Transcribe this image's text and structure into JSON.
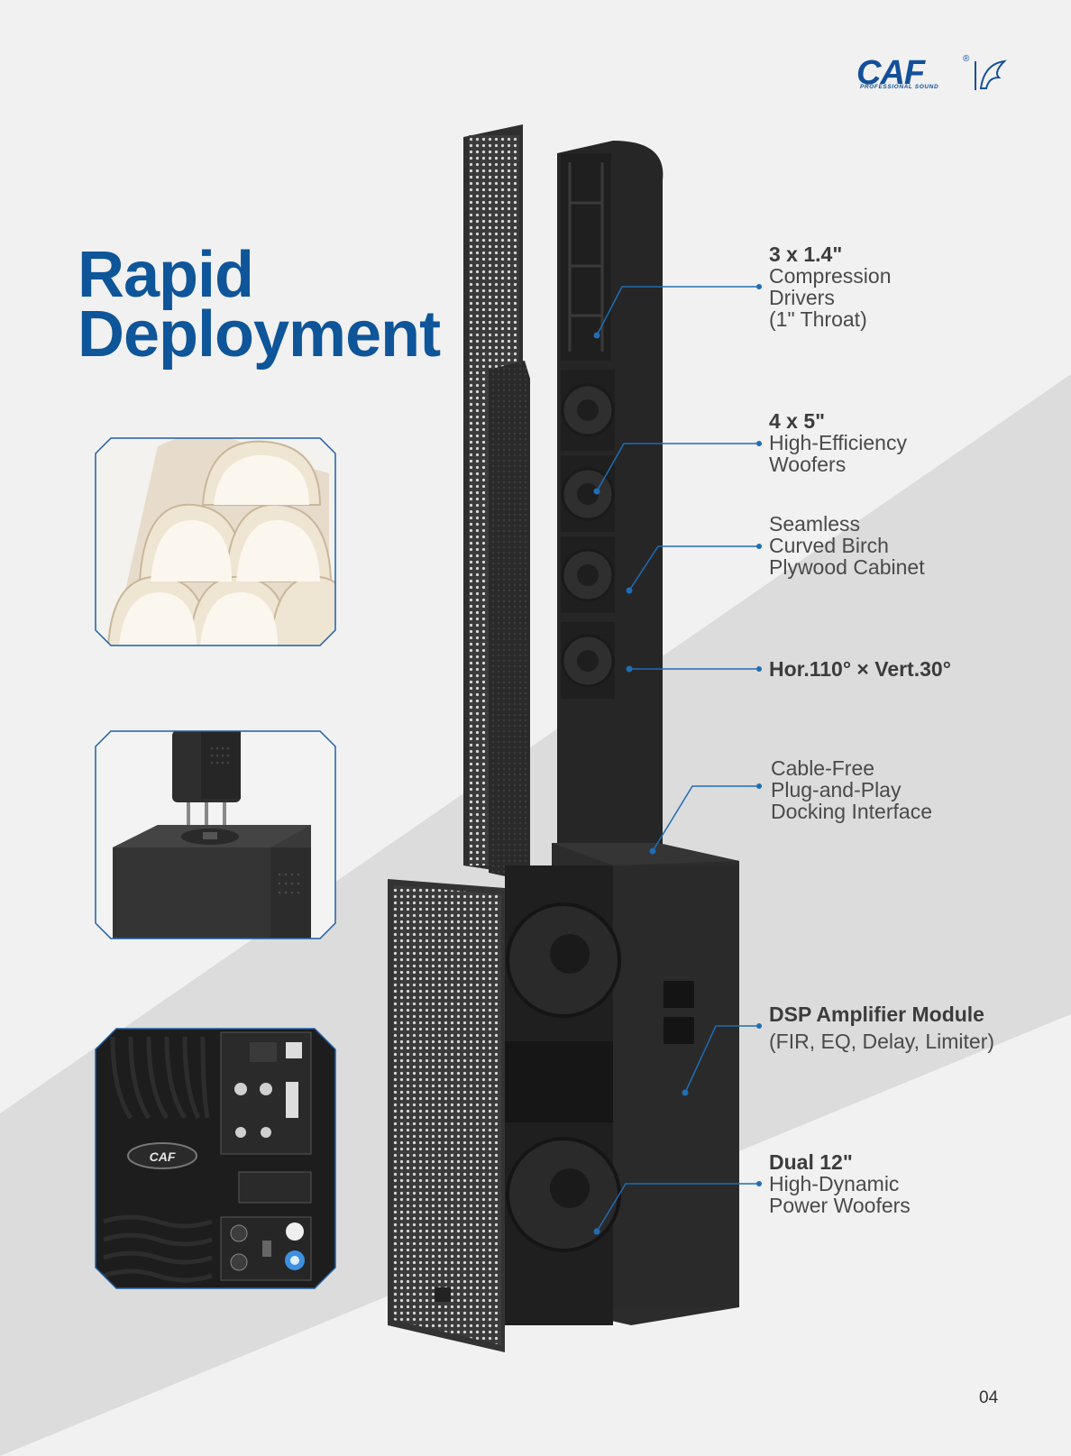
{
  "brand": {
    "logo_text": "CAF",
    "logo_tagline": "PROFESSIONAL SOUND",
    "registered": "®",
    "primary_color": "#0e5599"
  },
  "title": {
    "line1": "Rapid",
    "line2": "Deployment"
  },
  "thumbnails": [
    {
      "subject": "curved birch plywood tubes"
    },
    {
      "subject": "column docking onto subwoofer"
    },
    {
      "subject": "amplifier rear panel",
      "logo_text": "CAF"
    }
  ],
  "callouts": [
    {
      "headline": "3 x 1.4\"",
      "lines": [
        "Compression",
        "Drivers",
        "(1\" Throat)"
      ]
    },
    {
      "headline": "4 x 5\"",
      "lines": [
        "High-Efficiency",
        "Woofers"
      ]
    },
    {
      "headline": "",
      "lines": [
        "Seamless",
        "Curved Birch",
        "Plywood Cabinet"
      ]
    },
    {
      "headline": "Hor.110° × Vert.30°",
      "lines": []
    },
    {
      "headline": "",
      "lines": [
        "Cable-Free",
        "Plug-and-Play",
        "Docking Interface"
      ]
    },
    {
      "headline": "DSP Amplifier Module",
      "lines": [
        "(FIR, EQ, Delay, Limiter)"
      ]
    },
    {
      "headline": "Dual 12\"",
      "lines": [
        "High-Dynamic",
        "Power Woofers"
      ]
    }
  ],
  "page_number": "04",
  "colors": {
    "background": "#f1f1f1",
    "band": "#dcdcdc",
    "callout_line": "#1f6db5",
    "speaker": "#2b2b2b"
  }
}
